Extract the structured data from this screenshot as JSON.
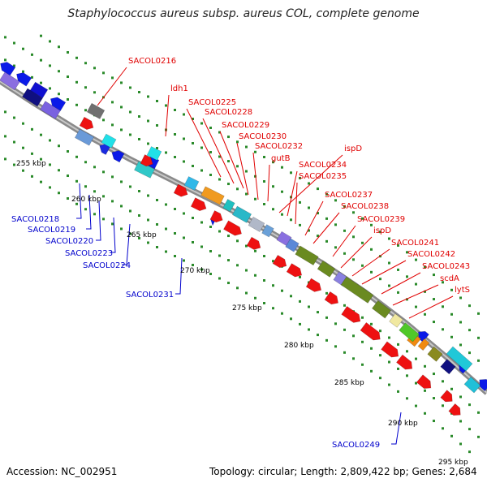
{
  "title": "Staphylococcus aureus subsp. aureus COL, complete genome",
  "accession": "Accession: NC_002951",
  "topology": "Topology: circular; Length: 2,809,422 bp; Genes: 2,684",
  "colors": {
    "forward_label": "#e00000",
    "reverse_label": "#0000cc",
    "backbone": "#8a8a8a",
    "tick": "#2a8a2a",
    "cds_forward": "#ee1111",
    "cds_reverse": "#0a1ae8"
  },
  "scale_labels": [
    "255 kbp",
    "260 kbp",
    "265 kbp",
    "270 kbp",
    "275 kbp",
    "280 kbp",
    "285 kbp",
    "290 kbp",
    "295 kbp"
  ],
  "forward_genes": [
    "SACOL0216",
    "ldh1",
    "SACOL0225",
    "SACOL0228",
    "SACOL0229",
    "SACOL0230",
    "SACOL0232",
    "gutB",
    "ispD",
    "SACOL0234",
    "SACOL0235",
    "SACOL0237",
    "SACOL0238",
    "SACOL0239",
    "ispD",
    "SACOL0241",
    "SACOL0242",
    "SACOL0243",
    "scdA",
    "lytS"
  ],
  "reverse_genes": [
    "SACOL0218",
    "SACOL0219",
    "SACOL0220",
    "SACOL0223",
    "SACOL0224",
    "SACOL0231",
    "SACOL0249"
  ]
}
